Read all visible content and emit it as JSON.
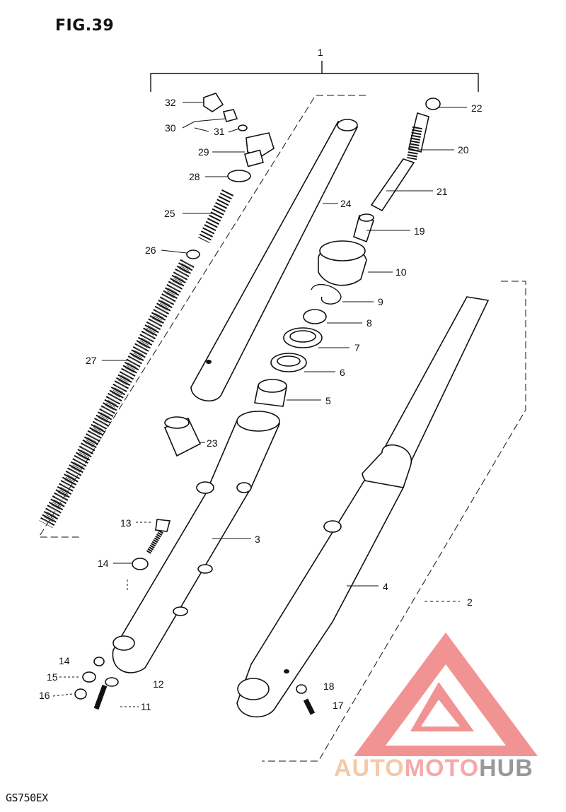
{
  "figure": {
    "title": "FIG.39",
    "model": "GS750EX"
  },
  "watermark": {
    "text_part1": "AUTO",
    "text_part2": "MOTO",
    "text_part3": "HUB",
    "colors": {
      "part1": "#f4c9a8",
      "part2": "#f6a9a9",
      "part3": "#999999",
      "logo": "#f08080"
    }
  },
  "callouts": {
    "c1": "1",
    "c2": "2",
    "c3": "3",
    "c4": "4",
    "c5": "5",
    "c6": "6",
    "c7": "7",
    "c8": "8",
    "c9": "9",
    "c10": "10",
    "c11": "11",
    "c12": "12",
    "c13": "13",
    "c14a": "14",
    "c14b": "14",
    "c15": "15",
    "c16": "16",
    "c17": "17",
    "c18": "18",
    "c19": "19",
    "c20": "20",
    "c21": "21",
    "c22": "22",
    "c23": "23",
    "c24": "24",
    "c25": "25",
    "c26": "26",
    "c27": "27",
    "c28": "28",
    "c29": "29",
    "c30": "30",
    "c31": "31",
    "c32": "32"
  }
}
